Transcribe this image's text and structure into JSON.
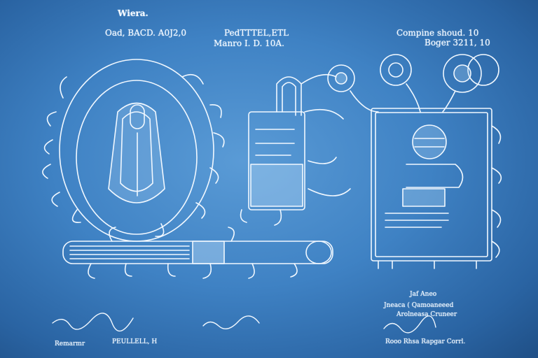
{
  "header": {
    "title": "Wiera.",
    "left_line": "Oad,   BACD.  A0J2,0",
    "center_line_1": "PedTTTEL,ETL",
    "center_line_2": "Manro I.          D.  10A.",
    "right_line_1": "Compine  shoud.  10",
    "right_line_2": "Boger  3211,  10"
  },
  "footer": {
    "left_caption": "Remarmr",
    "center_caption": "PEULLELL,  H",
    "right_line_1": "Jaf Aneo",
    "right_line_2": "Jneaca  (  Qamoaneeed",
    "right_line_3": "Arolneasa  Cruneer",
    "right_caption": "Rooo   Rhsa   Rapgar   Corrl."
  },
  "colors": {
    "background": "#3f82c4",
    "ink": "#f4f9ff",
    "fill_light": "#a9d0f2"
  }
}
